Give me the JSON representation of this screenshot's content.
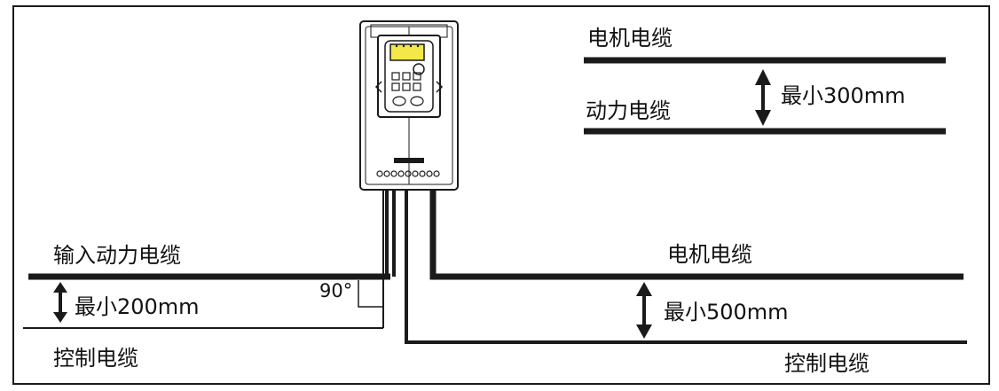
{
  "labels": {
    "motor_cable_top": "电机电缆",
    "power_cable_top": "动力电缆",
    "min_300": "最小300mm",
    "input_power_cable": "输入动力电缆",
    "min_200": "最小200mm",
    "angle_90": "90°",
    "control_cable_left": "控制电缆",
    "motor_cable_right": "电机电缆",
    "min_500": "最小500mm",
    "control_cable_right": "控制电缆"
  },
  "colors": {
    "line": "#1a1a1a",
    "keypad_display": "#f2e84a",
    "background": "#ffffff"
  },
  "icons": {
    "inverter": "inverter-drive-icon",
    "arrows": "double-headed-arrow-icon"
  }
}
